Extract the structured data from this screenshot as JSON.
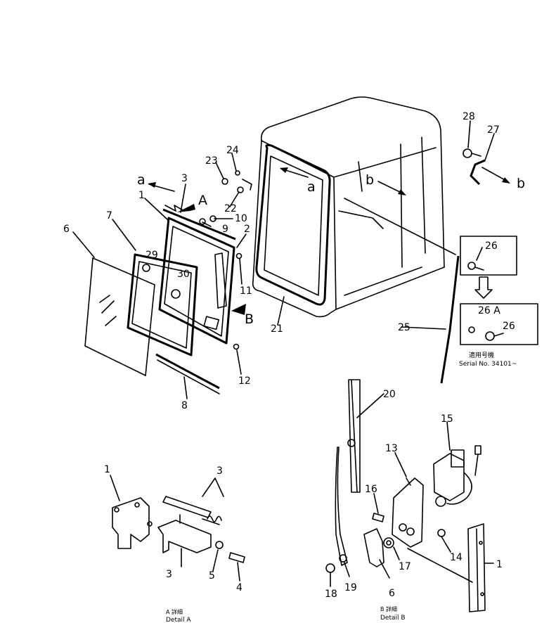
{
  "view_letters": {
    "a_left": "a",
    "a_cab": "a",
    "b_cab": "b",
    "b_right": "b",
    "A_arrow": "A",
    "B_arrow": "B"
  },
  "part_numbers": {
    "p1_main": "1",
    "p2": "2",
    "p3_main": "3",
    "p6_main": "6",
    "p7": "7",
    "p8": "8",
    "p9": "9",
    "p10": "10",
    "p11": "11",
    "p12": "12",
    "p21": "21",
    "p22": "22",
    "p23": "23",
    "p24": "24",
    "p25": "25",
    "p26_top": "26",
    "p26A": "26 A",
    "p26_bottom": "26",
    "p27": "27",
    "p28": "28",
    "p29": "29",
    "p30": "30",
    "p1_detA": "1",
    "p3_detA_top": "3",
    "p3_detA_bottom": "3",
    "p4": "4",
    "p5": "5",
    "p13": "13",
    "p14": "14",
    "p15": "15",
    "p16": "16",
    "p17": "17",
    "p18": "18",
    "p19": "19",
    "p20": "20",
    "p6_detB": "6",
    "p1_detB": "1"
  },
  "serial_note": {
    "jp": "適用号機",
    "en": "Serial No. 34101~"
  },
  "detail_a": {
    "jp": "A 詳細",
    "en": "Detail A"
  },
  "detail_b": {
    "jp": "B 詳細",
    "en": "Detail B"
  }
}
